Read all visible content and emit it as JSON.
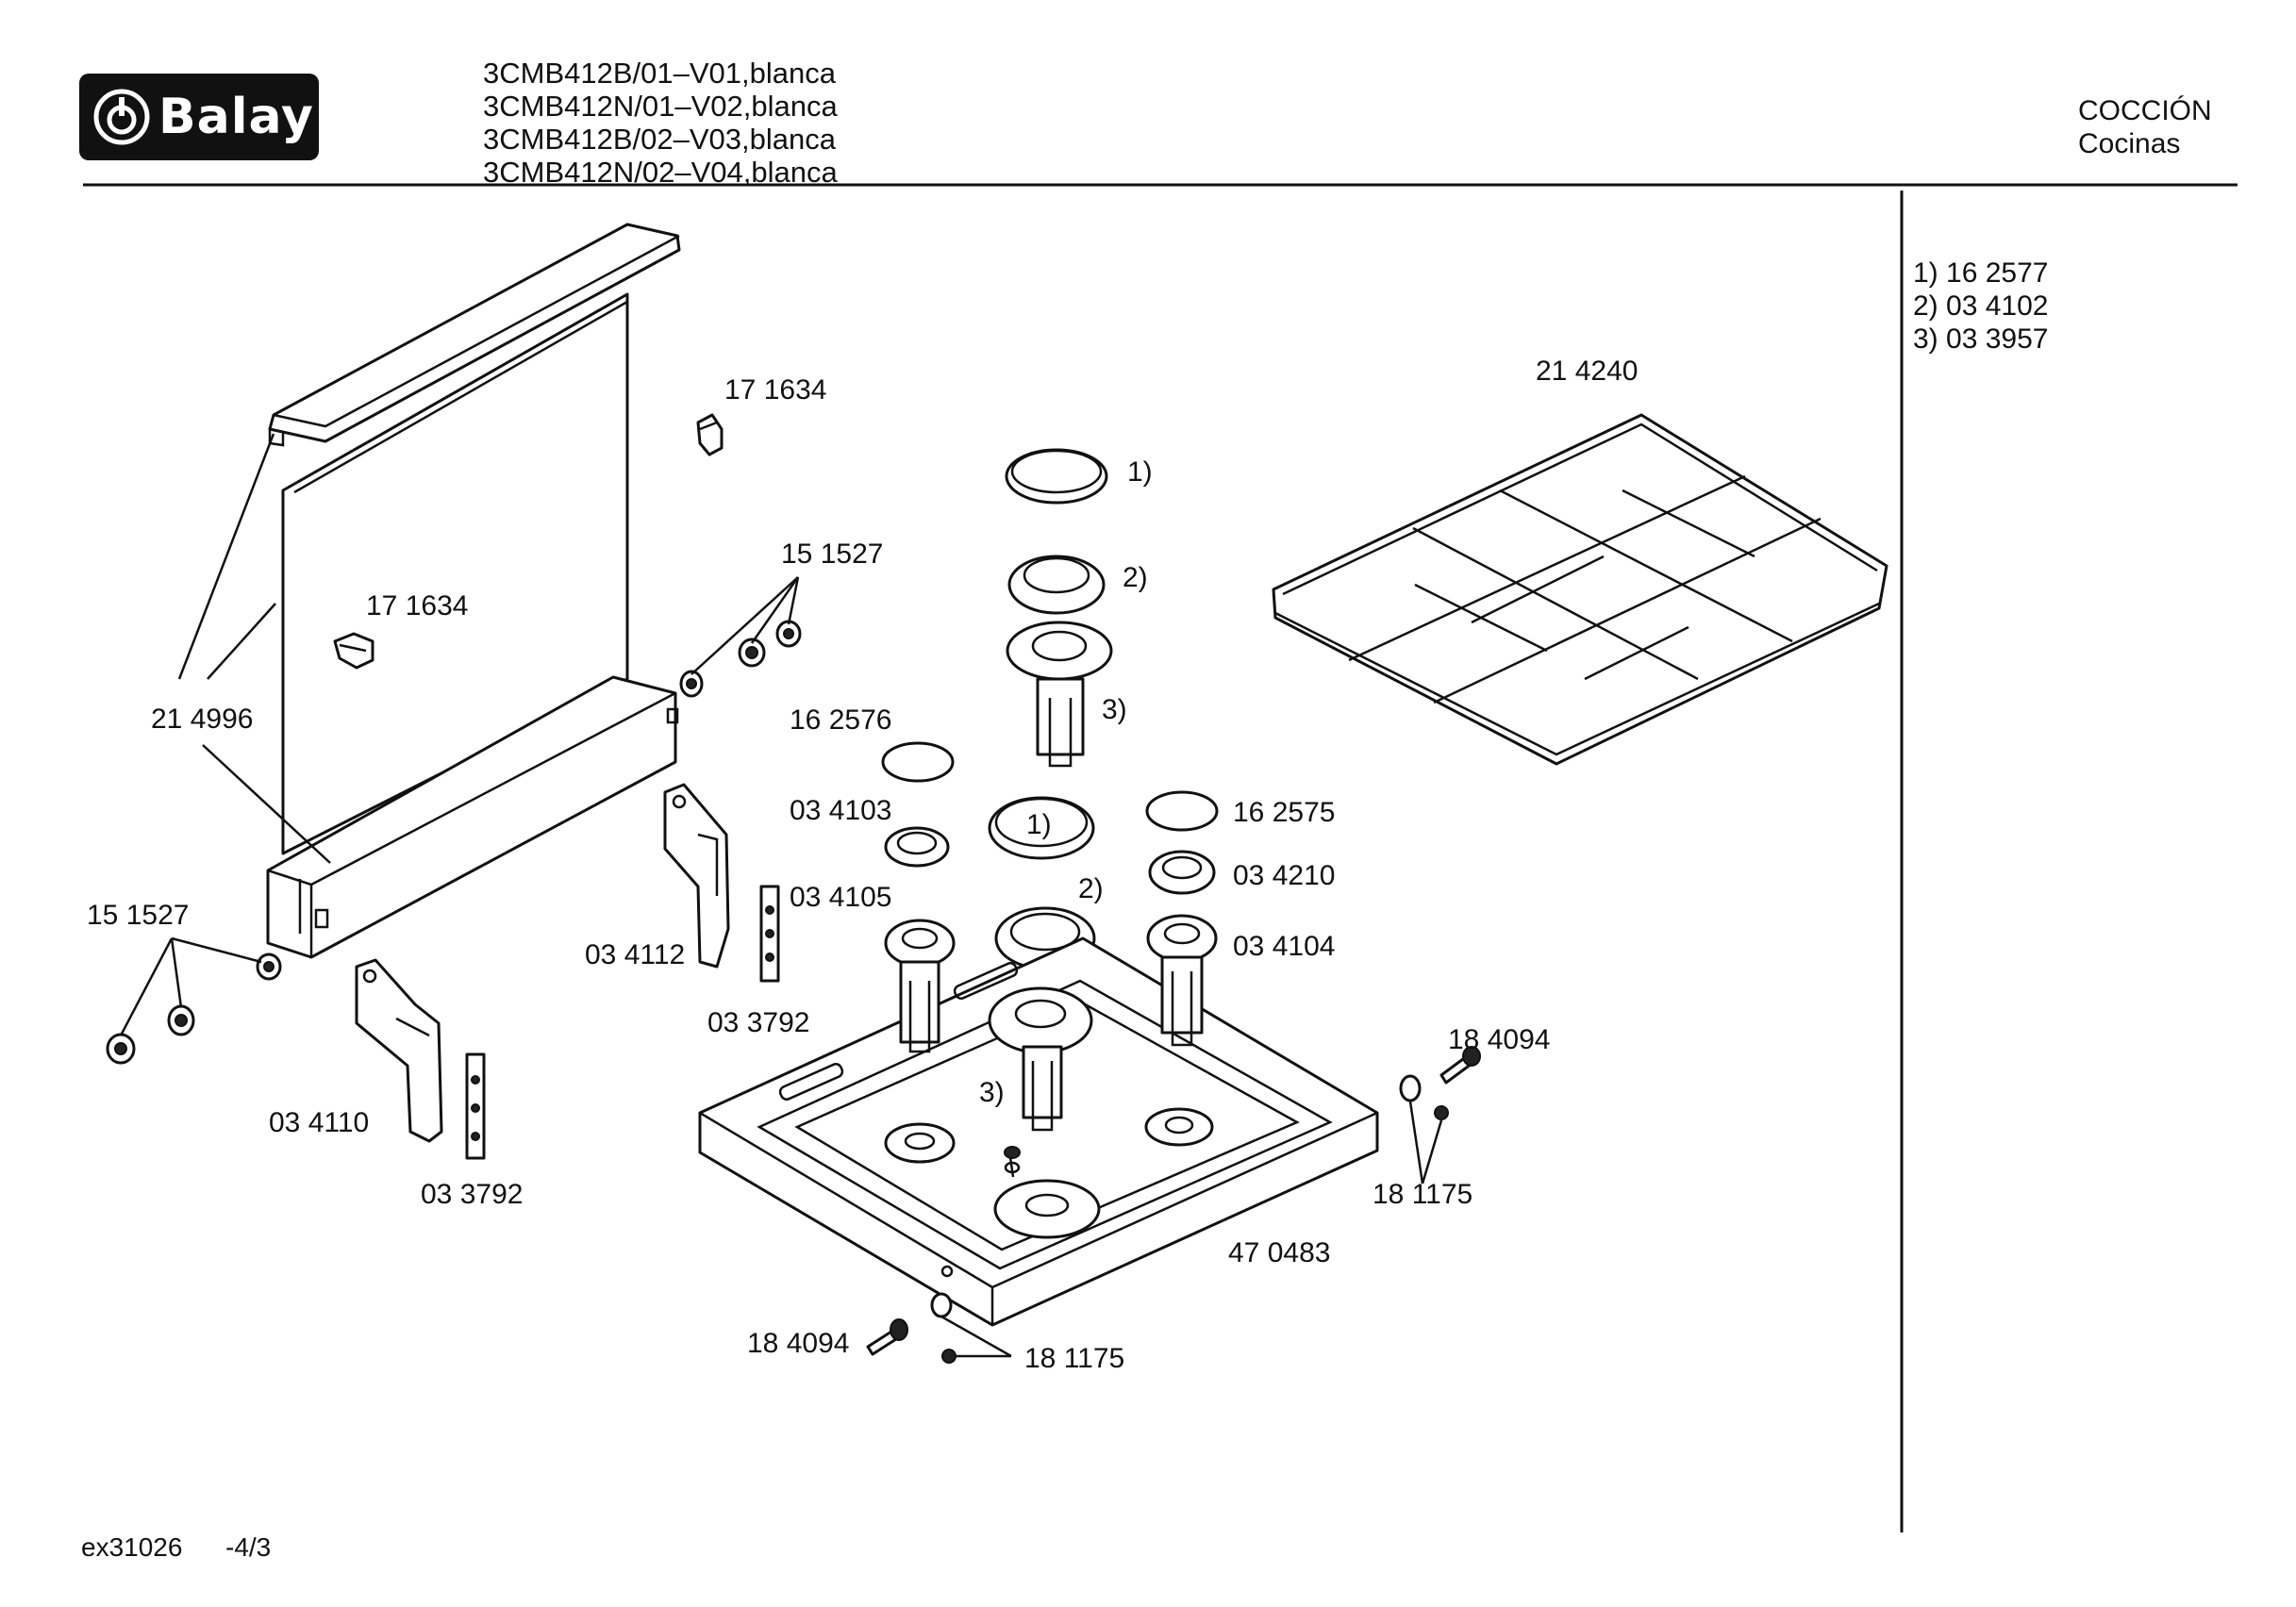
{
  "brand": {
    "logo_text": "Balay"
  },
  "header": {
    "models": [
      "3CMB412B/01–V01,blanca",
      "3CMB412N/01–V02,blanca",
      "3CMB412B/02–V03,blanca",
      "3CMB412N/02–V04,blanca"
    ],
    "category": "COCCIÓN",
    "subcategory": "Cocinas"
  },
  "legend": [
    "1) 16 2577",
    "2) 03 4102",
    "3) 03 3957"
  ],
  "parts": {
    "backsplash_panel": "21 4996",
    "clip_upper": "17 1634",
    "clip_lower": "17 1634",
    "screw_upper": "15 1527",
    "screw_left": "15 1527",
    "pan_support": "21 4240",
    "callout_cap_top": "1)",
    "callout_ring_top": "2)",
    "callout_burner_top": "3)",
    "cap_small_left": "16 2576",
    "ring_left": "03 4103",
    "burner_left": "03 4105",
    "callout_cap_center": "1)",
    "callout_ring_center": "2)",
    "callout_burner_center": "3)",
    "cap_small_right": "16 2575",
    "ring_right": "03 4210",
    "burner_right": "03 4104",
    "bracket_right": "03 4112",
    "strip_right": "03 3792",
    "bracket_left": "03 4110",
    "strip_left": "03 3792",
    "screw_right": "18 4094",
    "washer_right": "18 1175",
    "hob_tray": "47 0483",
    "screw_bottom": "18 4094",
    "washer_bottom": "18 1175"
  },
  "footer": {
    "code": "ex31026",
    "page": "-4/3"
  }
}
